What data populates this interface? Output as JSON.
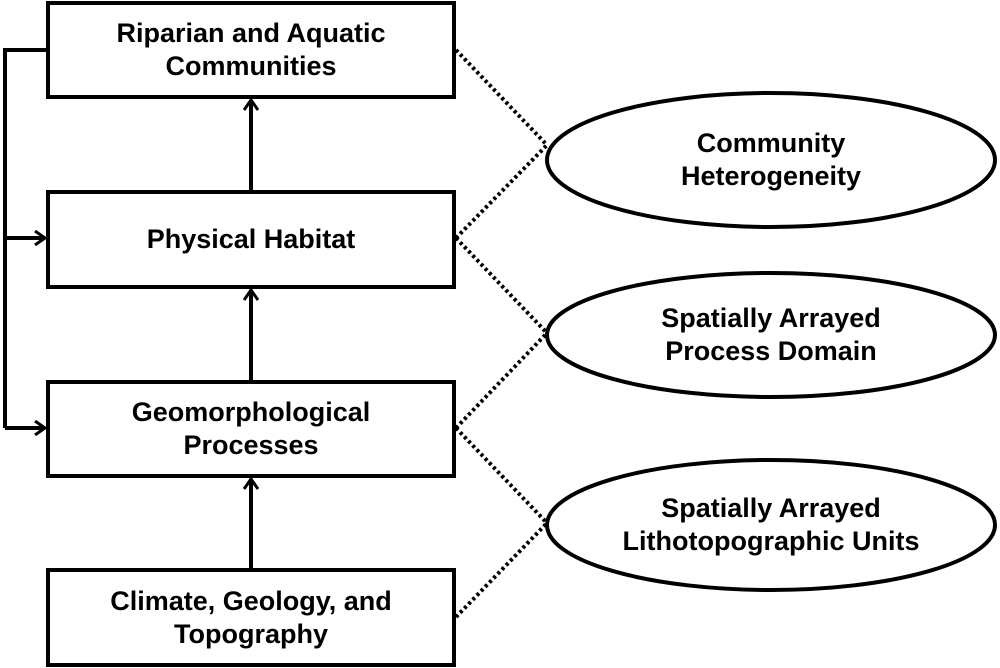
{
  "boxes": [
    {
      "line1": "Riparian and Aquatic",
      "line2": "Communities"
    },
    {
      "line1": "Physical Habitat",
      "line2": ""
    },
    {
      "line1": "Geomorphological",
      "line2": "Processes"
    },
    {
      "line1": "Climate, Geology, and",
      "line2": "Topography"
    }
  ],
  "ellipses": [
    {
      "line1": "Community",
      "line2": "Heterogeneity"
    },
    {
      "line1": "Spatially Arrayed",
      "line2": "Process Domain"
    },
    {
      "line1": "Spatially Arrayed",
      "line2": "Lithotopographic Units"
    }
  ],
  "colors": {
    "stroke": "#000000",
    "background": "#ffffff"
  }
}
